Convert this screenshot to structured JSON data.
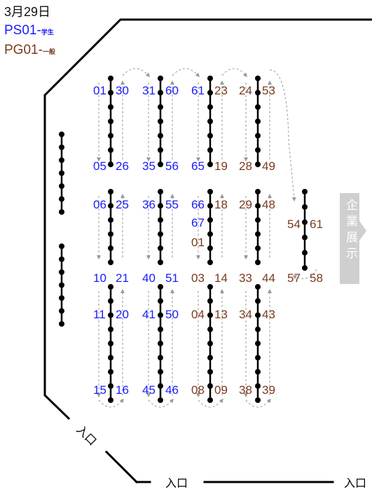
{
  "legend": {
    "date": "3月29日",
    "student_code": "PS01-",
    "student_type": "学生",
    "general_code": "PG01-",
    "general_type": "一般"
  },
  "colors": {
    "student": "#1a1aff",
    "general": "#7a3a1e",
    "wall": "#000000",
    "flow_arrow": "#999999",
    "exhibit": "#cfcfcf"
  },
  "entrances": [
    "入口",
    "入口",
    "入口"
  ],
  "exhibit": {
    "label": "企業展示"
  },
  "booths": [
    {
      "t": "01",
      "k": "student"
    },
    {
      "t": "30",
      "k": "student"
    },
    {
      "t": "31",
      "k": "student"
    },
    {
      "t": "60",
      "k": "student"
    },
    {
      "t": "61",
      "k": "student"
    },
    {
      "t": "23",
      "k": "general"
    },
    {
      "t": "24",
      "k": "general"
    },
    {
      "t": "53",
      "k": "general"
    },
    {
      "t": "05",
      "k": "student"
    },
    {
      "t": "26",
      "k": "student"
    },
    {
      "t": "35",
      "k": "student"
    },
    {
      "t": "56",
      "k": "student"
    },
    {
      "t": "65",
      "k": "student"
    },
    {
      "t": "19",
      "k": "general"
    },
    {
      "t": "28",
      "k": "general"
    },
    {
      "t": "49",
      "k": "general"
    },
    {
      "t": "06",
      "k": "student"
    },
    {
      "t": "25",
      "k": "student"
    },
    {
      "t": "36",
      "k": "student"
    },
    {
      "t": "55",
      "k": "student"
    },
    {
      "t": "66",
      "k": "student"
    },
    {
      "t": "18",
      "k": "general"
    },
    {
      "t": "29",
      "k": "general"
    },
    {
      "t": "48",
      "k": "general"
    },
    {
      "t": "67",
      "k": "student"
    },
    {
      "t": "01",
      "k": "general"
    },
    {
      "t": "54",
      "k": "general"
    },
    {
      "t": "61",
      "k": "general"
    },
    {
      "t": "10",
      "k": "student"
    },
    {
      "t": "21",
      "k": "student"
    },
    {
      "t": "40",
      "k": "student"
    },
    {
      "t": "51",
      "k": "student"
    },
    {
      "t": "03",
      "k": "general"
    },
    {
      "t": "14",
      "k": "general"
    },
    {
      "t": "33",
      "k": "general"
    },
    {
      "t": "44",
      "k": "general"
    },
    {
      "t": "57",
      "k": "general"
    },
    {
      "t": "58",
      "k": "general"
    },
    {
      "t": "11",
      "k": "student"
    },
    {
      "t": "20",
      "k": "student"
    },
    {
      "t": "41",
      "k": "student"
    },
    {
      "t": "50",
      "k": "student"
    },
    {
      "t": "04",
      "k": "general"
    },
    {
      "t": "13",
      "k": "general"
    },
    {
      "t": "34",
      "k": "general"
    },
    {
      "t": "43",
      "k": "general"
    },
    {
      "t": "15",
      "k": "student"
    },
    {
      "t": "16",
      "k": "student"
    },
    {
      "t": "45",
      "k": "student"
    },
    {
      "t": "46",
      "k": "student"
    },
    {
      "t": "08",
      "k": "general"
    },
    {
      "t": "09",
      "k": "general"
    },
    {
      "t": "38",
      "k": "general"
    },
    {
      "t": "39",
      "k": "general"
    }
  ]
}
